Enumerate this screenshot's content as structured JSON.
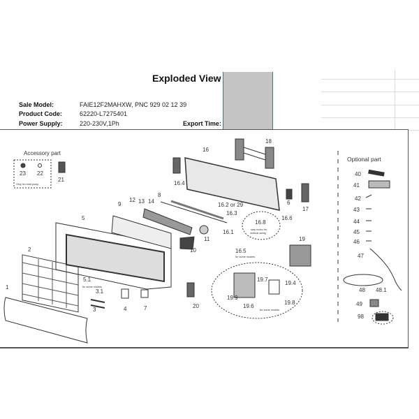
{
  "header": {
    "title": "Exploded View",
    "fields": [
      {
        "label": "Sale Model:",
        "value": "FAIE12F2MAHXW, PNC 929 02 12 39"
      },
      {
        "label": "Product Code:",
        "value": "62220-L7275401"
      },
      {
        "label": "Power Supply:",
        "value": "220-230V,1Ph"
      }
    ],
    "export_label": "Export Time:"
  },
  "diagram": {
    "accessory": {
      "title": "Accessory part",
      "note": "Only for heat pump",
      "parts": [
        "23",
        "22",
        "21"
      ]
    },
    "parts": [
      "1",
      "2",
      "3",
      "3.1",
      "4",
      "5",
      "5.1",
      "6",
      "7",
      "8",
      "9",
      "10",
      "11",
      "12",
      "13",
      "14",
      "16",
      "16.1",
      "16.2 or 29",
      "16.3",
      "16.4",
      "16.5",
      "16.6",
      "16.8",
      "17",
      "18",
      "19",
      "19.4",
      "19.6",
      "19.7",
      "19.8",
      "19.9",
      "20"
    ],
    "notes": {
      "some_models": "for some models",
      "step_motor": "step motor for",
      "step_motor2": "vertical swing"
    },
    "optional": {
      "title": "Optional part",
      "parts": [
        "40",
        "41",
        "42",
        "43",
        "44",
        "45",
        "46",
        "47",
        "48",
        "48.1",
        "49",
        "98"
      ]
    }
  }
}
